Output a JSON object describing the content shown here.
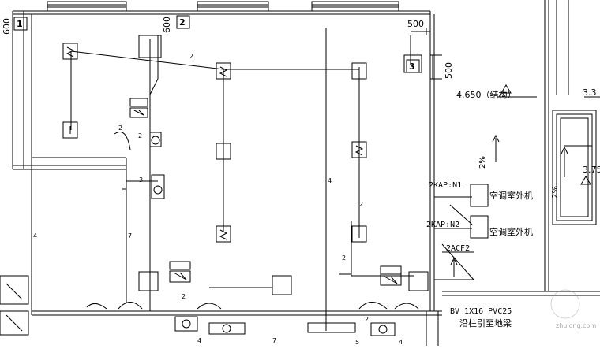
{
  "markers": {
    "m1": "1",
    "m2": "2",
    "m3": "3"
  },
  "dimensions": {
    "d600a": "600",
    "d600b": "600",
    "d500a": "500",
    "d500b": "500"
  },
  "wire_counts": {
    "two": "2",
    "three": "3",
    "four": "4",
    "five": "5",
    "seven": "7"
  },
  "levels": {
    "structure": "4.650（结构）",
    "right_level_1": "3.3",
    "right_level_2": "3.75"
  },
  "slope": "2%",
  "circuits": {
    "n1": "2KAP:N1",
    "n2": "2KAP:N2",
    "acf": "2ACF2"
  },
  "equipment": {
    "ac_outdoor_1": "空调室外机",
    "ac_outdoor_2": "空调室外机"
  },
  "notes": {
    "cable": "BV 1X16 PVC25",
    "route": "沿柱引至地梁"
  },
  "watermark": "zhulong.com"
}
